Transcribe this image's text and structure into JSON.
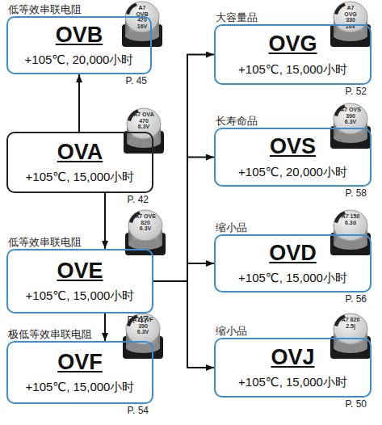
{
  "diagram": {
    "nodes": [
      {
        "text": [
          "低等效串联电阻",
          "OVB",
          "+105℃, 20,000小时",
          "P. 45"
        ]
      },
      {
        "text": [
          "OVA",
          "+105℃, 15,000小时",
          "P. 42"
        ]
      },
      {
        "text": [
          "低等效串联电阻",
          "OVE",
          "+105℃, 15,000小时",
          "P. 47"
        ]
      },
      {
        "text": [
          "极低等效串联电阻",
          "OVF",
          "+105℃, 15,000小时",
          "P. 54"
        ]
      },
      {
        "text": [
          "大容量品",
          "OVG",
          "+105℃, 15,000小时",
          "P. 52"
        ]
      },
      {
        "text": [
          "长寿命品",
          "OVS",
          "+105℃, 20,000小时",
          "P. 58"
        ]
      },
      {
        "text": [
          "缩小品",
          "OVD",
          "+105℃, 15,000小时",
          "P. 56"
        ]
      },
      {
        "text": [
          "缩小品",
          "OVJ",
          "+105℃, 15,000小时",
          "P. 50"
        ]
      }
    ],
    "edges": [
      {
        "from": 1,
        "to": 0,
        "arrow": "to"
      },
      {
        "from": 1,
        "to": 2,
        "arrow": "to"
      },
      {
        "from": 2,
        "to": 3,
        "arrow": "to"
      },
      {
        "from": 2,
        "to": 4,
        "arrow": "to"
      },
      {
        "from": 2,
        "to": 5,
        "arrow": "to"
      },
      {
        "from": 2,
        "to": 6,
        "arrow": "to"
      },
      {
        "from": 2,
        "to": 7,
        "arrow": "to"
      }
    ],
    "labels": [
      "A7 OVB 470 16V",
      "A7 OVA 470 6.3V",
      "A7 OVE 820 6.3V",
      "A7 OVF 390 6.3V",
      "A7 OVG 330 16V",
      "A7 OVS 390 6.3V",
      "A7 150 6.3d",
      "A7 820 2.5j"
    ]
  }
}
